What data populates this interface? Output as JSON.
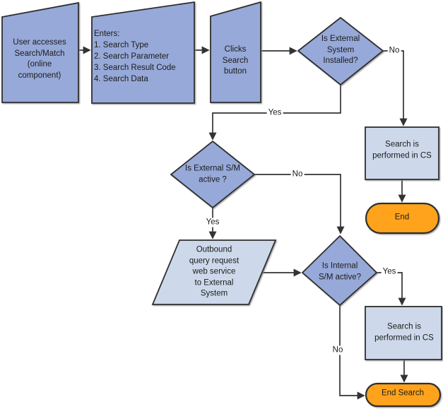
{
  "diagram": {
    "colors": {
      "node_blue": "#97a9d9",
      "node_light": "#cdd9eb",
      "node_orange": "#ffa31c",
      "line": "#333333"
    },
    "nodes": {
      "user_access": {
        "label": "User accesses\nSearch/Match\n(online\ncomponent)"
      },
      "enters": {
        "label": "Enters:\n1. Search Type\n2. Search Parameter\n3. Search Result Code\n4. Search Data"
      },
      "clicks_search": {
        "label": "Clicks\nSearch\nbutton"
      },
      "is_external_installed": {
        "label": "Is External\nSystem\nInstalled?"
      },
      "search_in_cs_top": {
        "label": "Search is\nperformed in CS"
      },
      "end_top": {
        "label": "End"
      },
      "is_external_active": {
        "label": "Is External S/M\nactive ?"
      },
      "outbound_query": {
        "label": "Outbound\nquery request\nweb service\nto External\nSystem"
      },
      "is_internal_active": {
        "label": "Is Internal\nS/M active?"
      },
      "search_in_cs_bottom": {
        "label": "Search is\nperformed in CS"
      },
      "end_search": {
        "label": "End Search"
      }
    },
    "edge_labels": {
      "no_external_installed": "No",
      "yes_external_installed": "Yes",
      "no_external_active": "No",
      "yes_external_active": "Yes",
      "yes_internal_active": "Yes",
      "no_internal_active": "No"
    }
  }
}
